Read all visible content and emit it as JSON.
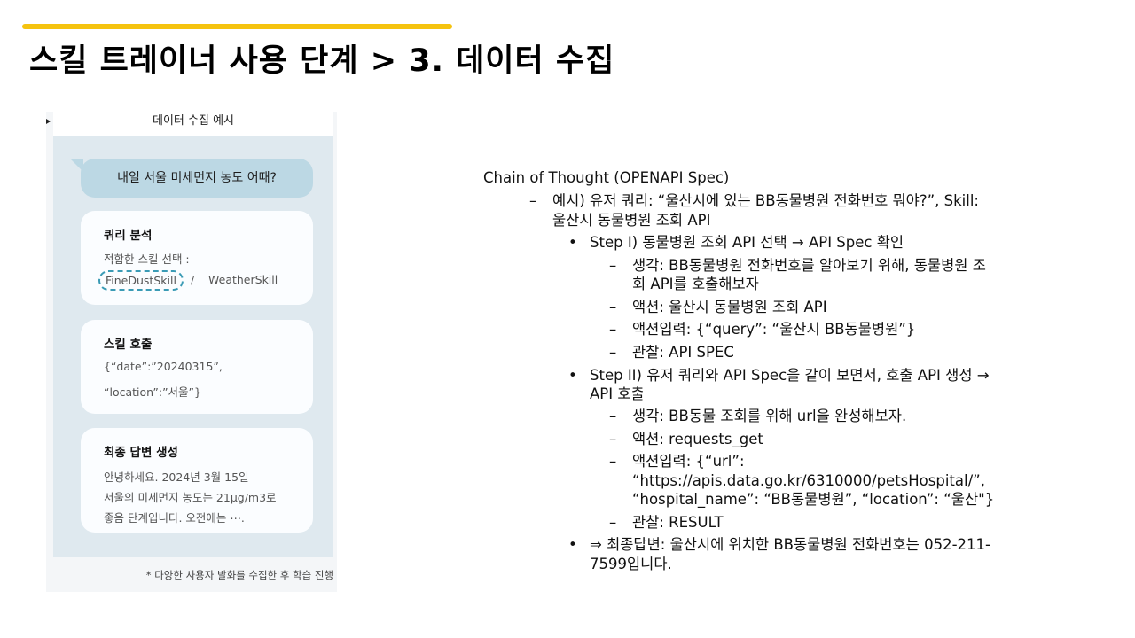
{
  "header": {
    "title": "스킬 트레이너 사용 단계 > 3. 데이터 수집",
    "accent_color": "#f5c30f"
  },
  "example_panel": {
    "header": "데이터 수집 예시",
    "user_message": "내일 서울 미세먼지 농도 어때?",
    "cards": [
      {
        "title": "쿼리 분석",
        "subtitle": "적합한 스킬 선택 :",
        "selected_skill": "FineDustSkill",
        "separator": "/",
        "other_skill": "WeatherSkill"
      },
      {
        "title": "스킬 호출",
        "lines": [
          "{“date”:”20240315”,",
          "“location”:”서울”}"
        ]
      },
      {
        "title": "최종 답변 생성",
        "lines": [
          "안녕하세요. 2024년 3월 15일",
          "서울의 미세먼지 농도는 21μg/m3로",
          "좋음 단계입니다. 오전에는 ⋯."
        ]
      }
    ],
    "footnote": "* 다양한 사용자 발화를 수집한 후 학습 진행",
    "colors": {
      "panel_bg": "#dfe9ef",
      "bubble": "#bcd8e4",
      "chip_border": "#3a9bb5"
    }
  },
  "chain_of_thought": {
    "heading": "Chain of Thought (OPENAPI Spec)",
    "example": {
      "marker": "–",
      "lines": [
        "예시) 유저 쿼리: “울산시에 있는 BB동물병원 전화번호 뭐야?”, Skill:",
        "울산시 동물병원 조회 API"
      ]
    },
    "steps": [
      {
        "marker": "•",
        "lines": [
          "Step I) 동물병원 조회 API 선택 → API Spec 확인"
        ],
        "items": [
          {
            "marker": "–",
            "lines": [
              "생각: BB동물병원 전화번호를 알아보기 위해, 동물병원 조",
              "회 API를 호출해보자"
            ]
          },
          {
            "marker": "–",
            "lines": [
              "액션: 울산시 동물병원 조회 API"
            ]
          },
          {
            "marker": "–",
            "lines": [
              "액션입력: {“query”: “울산시 BB동물병원”}"
            ]
          },
          {
            "marker": "–",
            "lines": [
              "관찰: API SPEC"
            ]
          }
        ]
      },
      {
        "marker": "•",
        "lines": [
          "Step II) 유저 쿼리와 API Spec을 같이 보면서, 호출 API 생성 →",
          "API 호출"
        ],
        "items": [
          {
            "marker": "–",
            "lines": [
              "생각: BB동물 조회를 위해 url을 완성해보자."
            ]
          },
          {
            "marker": "–",
            "lines": [
              "액션: requests_get"
            ]
          },
          {
            "marker": "–",
            "lines": [
              "액션입력: {“url”:",
              "“https://apis.data.go.kr/6310000/petsHospital/”,",
              "“hospital_name”: “BB동물병원”, “location”: “울산\"}"
            ]
          },
          {
            "marker": "–",
            "lines": [
              "관찰: RESULT"
            ]
          }
        ]
      },
      {
        "marker": "•",
        "lines": [
          "⇒ 최종답변: 울산시에 위치한 BB동물병원 전화번호는 052-211-",
          "7599입니다."
        ],
        "items": []
      }
    ]
  }
}
